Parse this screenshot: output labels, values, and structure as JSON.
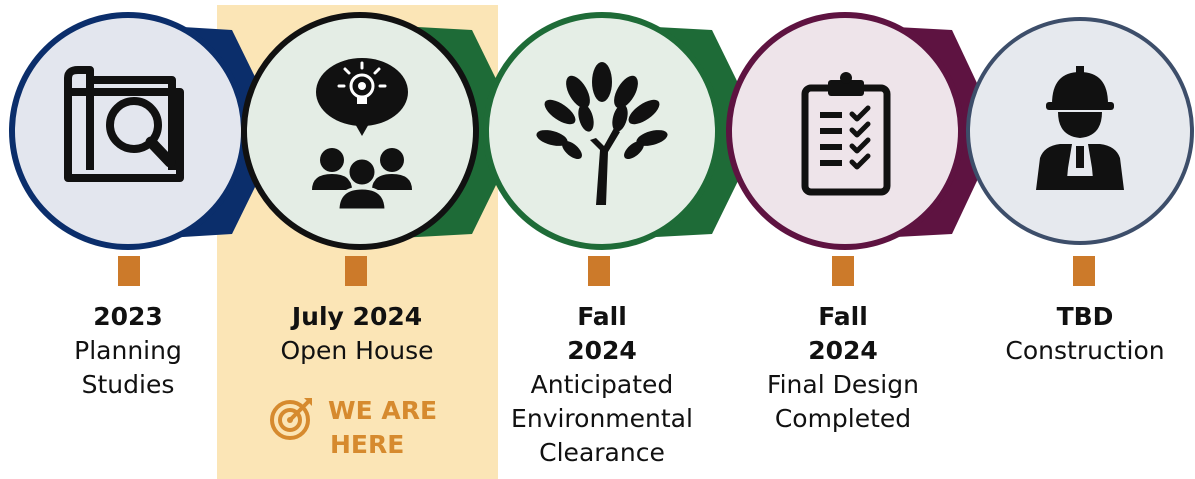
{
  "colors": {
    "highlight": "#fbe5b6",
    "connector": "#cc7a2a",
    "stage1_border": "#0b2e6b",
    "stage2_border": "#1e6b37",
    "stage3_border": "#1e6b37",
    "stage4_border": "#5e1341",
    "stage5_border": "#3d4e6a",
    "we_are_here": "#d68a2e"
  },
  "stages": [
    {
      "date": "2023",
      "desc": "Planning Studies",
      "icon": "blueprint-magnifier-icon",
      "fill": "#e3e6ee"
    },
    {
      "date": "July 2024",
      "desc": "Open House",
      "icon": "people-lightbulb-icon",
      "fill": "#e4ede5"
    },
    {
      "date": "Fall 2024",
      "desc": "Anticipated Environmental Clearance",
      "icon": "tree-hand-icon",
      "fill": "#e5eee6"
    },
    {
      "date": "Fall 2024",
      "desc": "Final Design Completed",
      "icon": "clipboard-checklist-icon",
      "fill": "#eee4ea"
    },
    {
      "date": "TBD",
      "desc": "Construction",
      "icon": "construction-worker-icon",
      "fill": "#e6e9ee"
    }
  ],
  "marker": {
    "line1": "WE ARE",
    "line2": "HERE",
    "icon": "target-icon"
  }
}
